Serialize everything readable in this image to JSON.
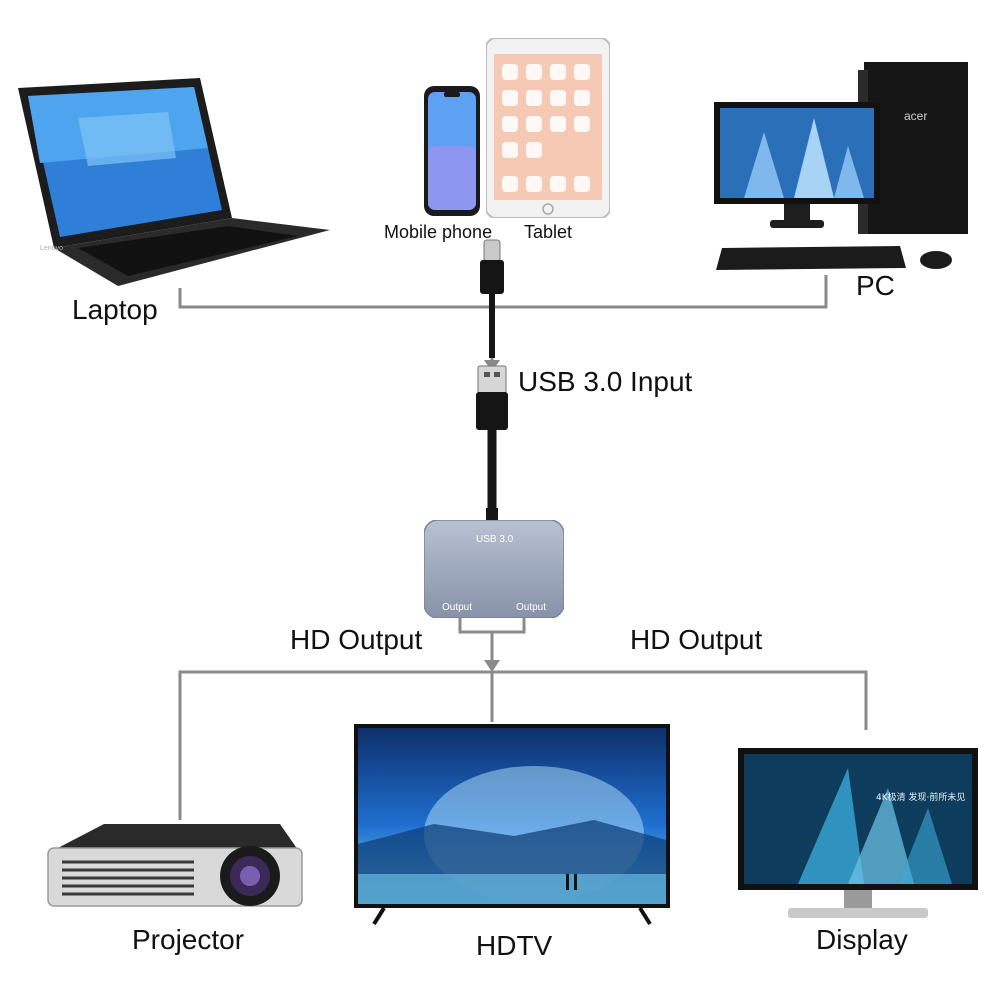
{
  "labels": {
    "laptop": "Laptop",
    "mobile_phone": "Mobile phone",
    "tablet": "Tablet",
    "pc": "PC",
    "usb_input": "USB 3.0 Input",
    "hd_output_left": "HD Output",
    "hd_output_right": "HD Output",
    "projector": "Projector",
    "hdtv": "HDTV",
    "display": "Display"
  },
  "adapter": {
    "port_label": "USB 3.0",
    "output_left": "Output",
    "output_right": "Output"
  },
  "device_marks": {
    "laptop_brand": "Lenovo",
    "pc_brand": "acer",
    "display_caption": "4K极清 发现·前所未见"
  },
  "colors": {
    "wire": "#8a8a8a",
    "adapter": "#9aa5b8",
    "screen_blue": "#1f6fd1"
  }
}
